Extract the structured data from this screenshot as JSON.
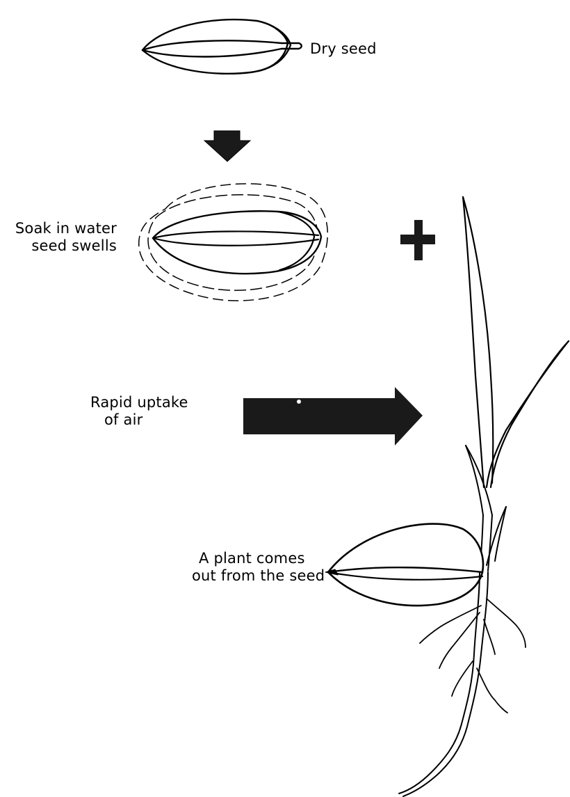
{
  "labels": {
    "dry_seed": "Dry seed",
    "soak_line1": "Soak in water",
    "soak_line2": "seed swells",
    "uptake_line1": "Rapid uptake",
    "uptake_line2": "of air",
    "plant_line1": "A plant comes",
    "plant_line2": "out from the seed"
  },
  "colors": {
    "ink": "#000000",
    "arrow_fill": "#1a1a1a",
    "background": "#ffffff"
  },
  "icons": {
    "down_arrow": "down-arrow-icon",
    "plus": "plus-icon",
    "right_arrow": "right-arrow-icon"
  }
}
